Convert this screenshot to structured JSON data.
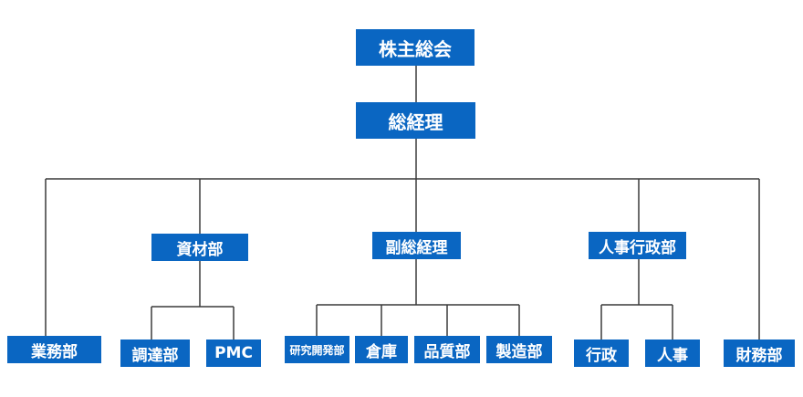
{
  "colors": {
    "box": "#0a66c2",
    "box_text": "#ffffff",
    "line": "#3a3a3a"
  },
  "chart": {
    "shareholders": "株主総会",
    "general_manager": "総経理",
    "departments": {
      "business": "業務部",
      "materials": "資材部",
      "deputy_gm": "副総経理",
      "hr_admin": "人事行政部",
      "finance": "財務部"
    },
    "sub_units": {
      "procurement": "調達部",
      "pmc": "PMC",
      "rnd": "研究開発部",
      "warehouse": "倉庫",
      "quality": "品質部",
      "manufacturing": "製造部",
      "admin": "行政",
      "personnel": "人事"
    }
  }
}
